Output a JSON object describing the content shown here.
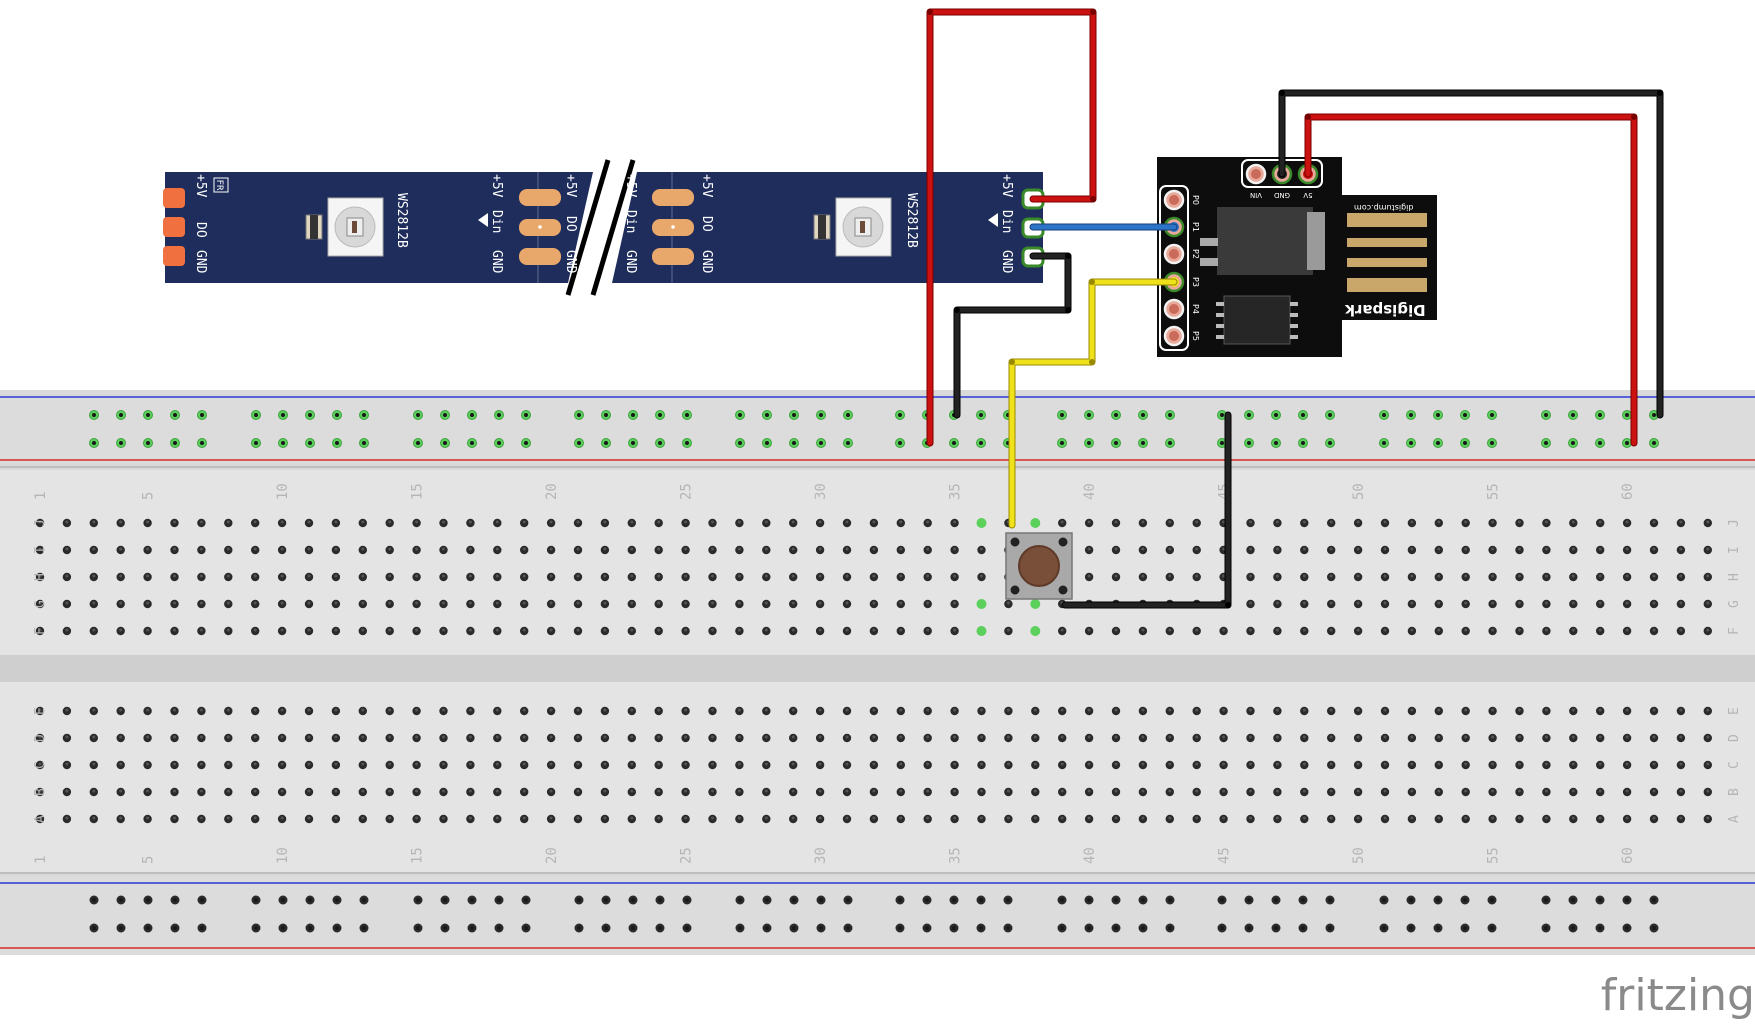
{
  "strip": {
    "segments": [
      {
        "labels": [
          "+5V",
          "DO",
          "GND"
        ]
      },
      {
        "labels": [
          "+5V",
          "Din",
          "GND"
        ]
      },
      {
        "labels": [
          "+5V",
          "DO",
          "GND"
        ]
      },
      {
        "labels": [
          "+5V",
          "Din",
          "GND"
        ]
      },
      {
        "labels": [
          "+5V",
          "DO",
          "GND"
        ]
      },
      {
        "labels": [
          "+5V",
          "Din",
          "GND"
        ]
      }
    ],
    "led_label": "WS2812B",
    "logo_mark": "FR",
    "color": "#1e2d5c",
    "pad_color": "#e8a86b"
  },
  "digispark": {
    "brand": "Digispark",
    "url": "digistump.com",
    "side_pins": [
      "P0",
      "P1",
      "P2",
      "P3",
      "P4",
      "P5"
    ],
    "top_pins": [
      "VIN",
      "GND",
      "5V"
    ]
  },
  "breadboard": {
    "column_numbers": [
      "1",
      "5",
      "10",
      "15",
      "20",
      "25",
      "30",
      "35",
      "40",
      "45",
      "50",
      "55",
      "60"
    ],
    "row_letters_top": [
      "J",
      "I",
      "H",
      "G",
      "F"
    ],
    "row_letters_bottom": [
      "E",
      "D",
      "C",
      "B",
      "A"
    ]
  },
  "wires": {
    "colors": {
      "power": "#cc1111",
      "ground": "#222222",
      "data": "#2b74c7",
      "signal": "#f0e21a"
    }
  },
  "watermark": "fritzing"
}
